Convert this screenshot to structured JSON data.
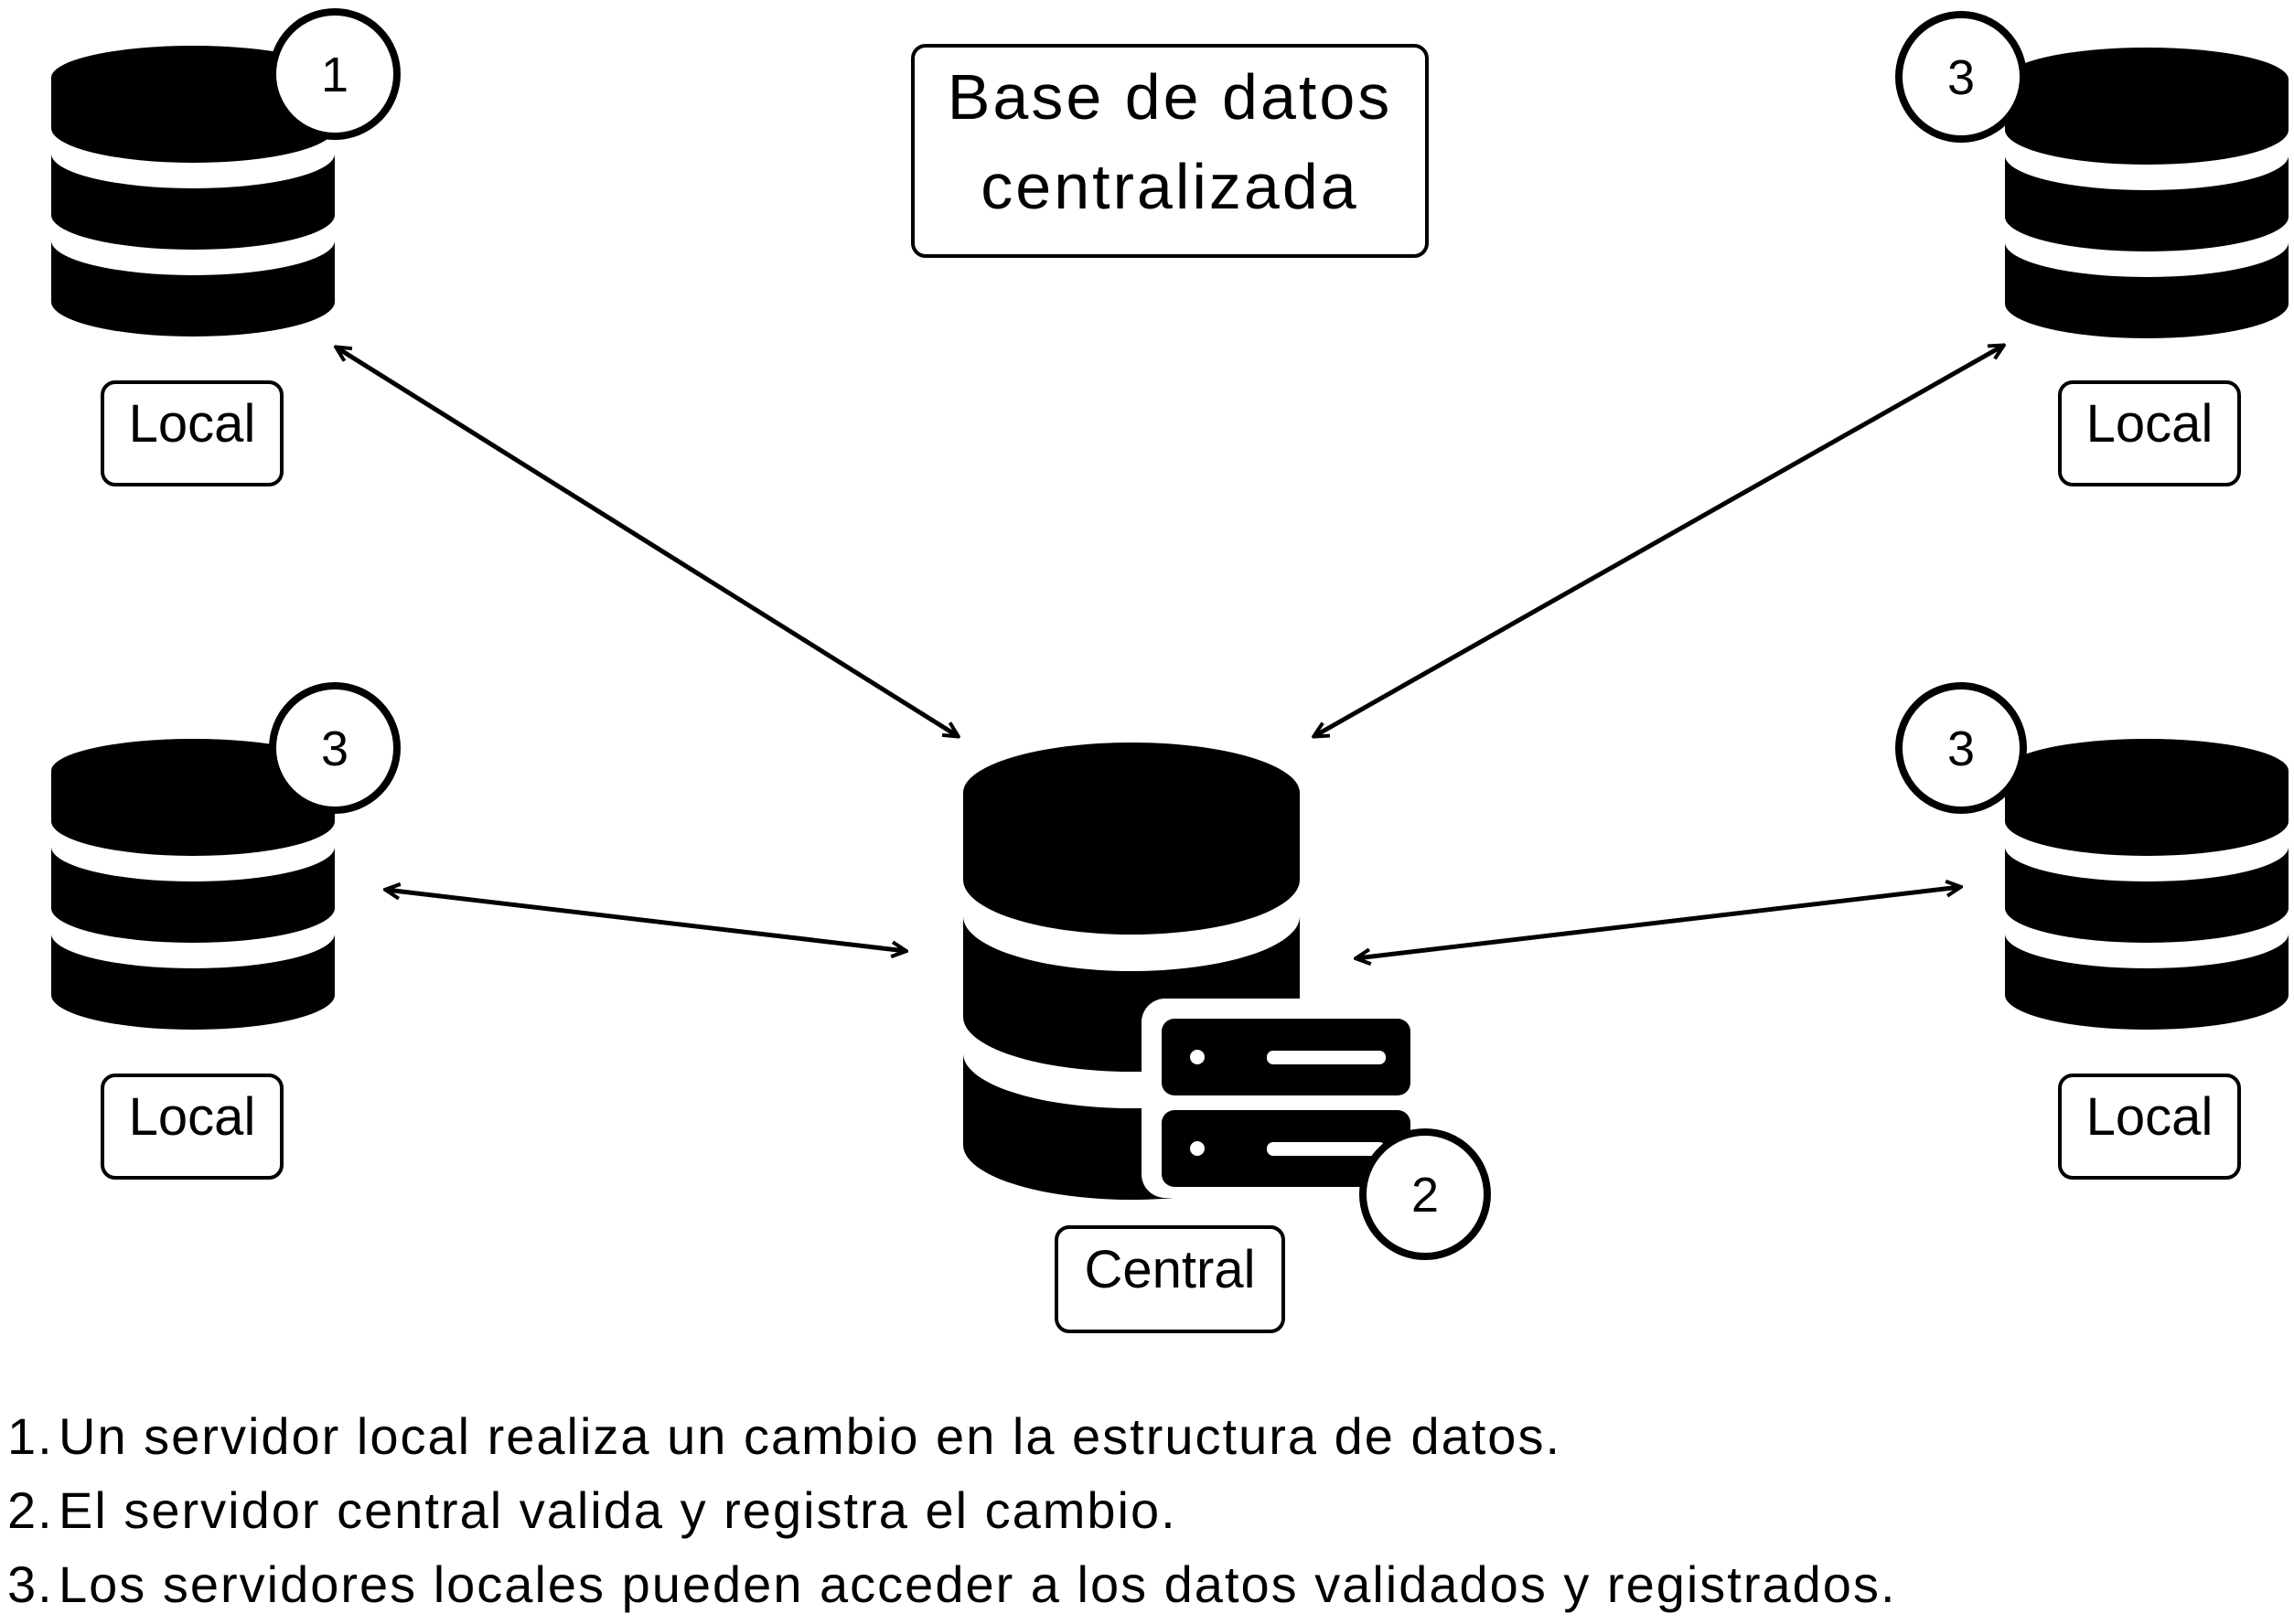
{
  "title": {
    "line1": "Base de datos",
    "line2": "centralizada"
  },
  "nodes": {
    "top_left": {
      "label": "Local",
      "badge": "1",
      "icon": "database-icon"
    },
    "top_right": {
      "label": "Local",
      "badge": "3",
      "icon": "database-icon"
    },
    "mid_left": {
      "label": "Local",
      "badge": "3",
      "icon": "database-icon"
    },
    "mid_right": {
      "label": "Local",
      "badge": "3",
      "icon": "database-icon"
    },
    "central": {
      "label": "Central",
      "badge": "2",
      "icon": "database-server-icon"
    }
  },
  "legend": [
    {
      "num": "1.",
      "text": "Un servidor local realiza un cambio en la estructura de datos."
    },
    {
      "num": "2.",
      "text": "El servidor central valida y registra el cambio."
    },
    {
      "num": "3.",
      "text": "Los servidores locales pueden acceder a los datos validados y registrados."
    }
  ],
  "colors": {
    "ink": "#000000",
    "background": "#ffffff"
  }
}
